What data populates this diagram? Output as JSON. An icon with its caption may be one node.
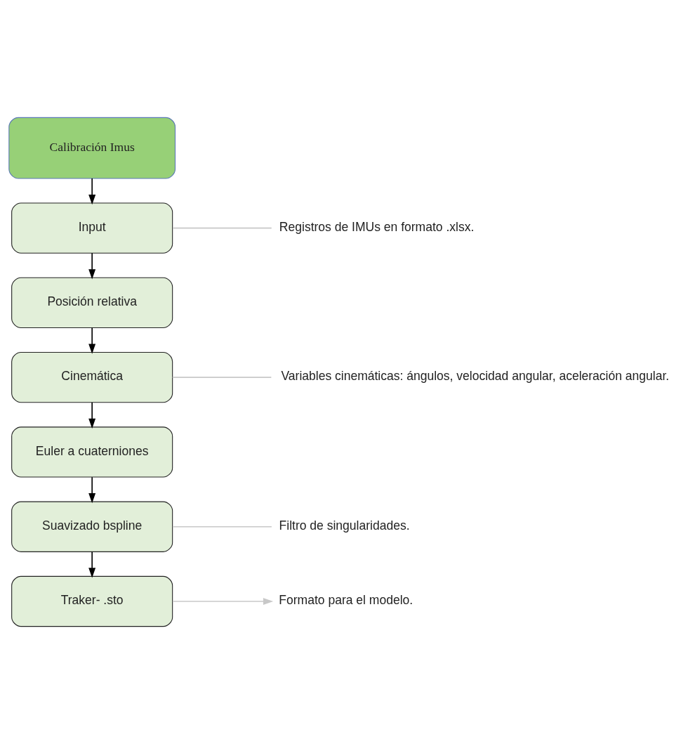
{
  "diagram": {
    "nodes": [
      {
        "text": [
          "Calibración Imus"
        ]
      },
      {
        "text": [
          "Input"
        ]
      },
      {
        "text": [
          "Posición relativa"
        ]
      },
      {
        "text": [
          "Cinemática"
        ]
      },
      {
        "text": [
          "Euler a cuaterniones"
        ]
      },
      {
        "text": [
          "Suavizado bspline"
        ]
      },
      {
        "text": [
          "Traker- .sto"
        ]
      },
      {
        "text": [
          "Registros de IMUs en formato .xlsx."
        ]
      },
      {
        "text": [
          "Variables cinemáticas: ángulos, velocidad angular, aceleración angular."
        ]
      },
      {
        "text": [
          "Filtro de singularidades."
        ]
      },
      {
        "text": [
          "Formato para el modelo."
        ]
      }
    ],
    "edges": [
      {
        "from": 0,
        "to": 1,
        "arrow": "to"
      },
      {
        "from": 1,
        "to": 2,
        "arrow": "to"
      },
      {
        "from": 2,
        "to": 3,
        "arrow": "to"
      },
      {
        "from": 3,
        "to": 4,
        "arrow": "to"
      },
      {
        "from": 4,
        "to": 5,
        "arrow": "to"
      },
      {
        "from": 5,
        "to": 6,
        "arrow": "to"
      },
      {
        "from": 1,
        "to": 7,
        "arrow": "none",
        "color": "#c8c8c8"
      },
      {
        "from": 3,
        "to": 8,
        "arrow": "none",
        "color": "#c8c8c8"
      },
      {
        "from": 5,
        "to": 9,
        "arrow": "none",
        "color": "#c8c8c8"
      },
      {
        "from": 6,
        "to": 10,
        "arrow": "to",
        "color": "#c8c8c8"
      }
    ]
  }
}
